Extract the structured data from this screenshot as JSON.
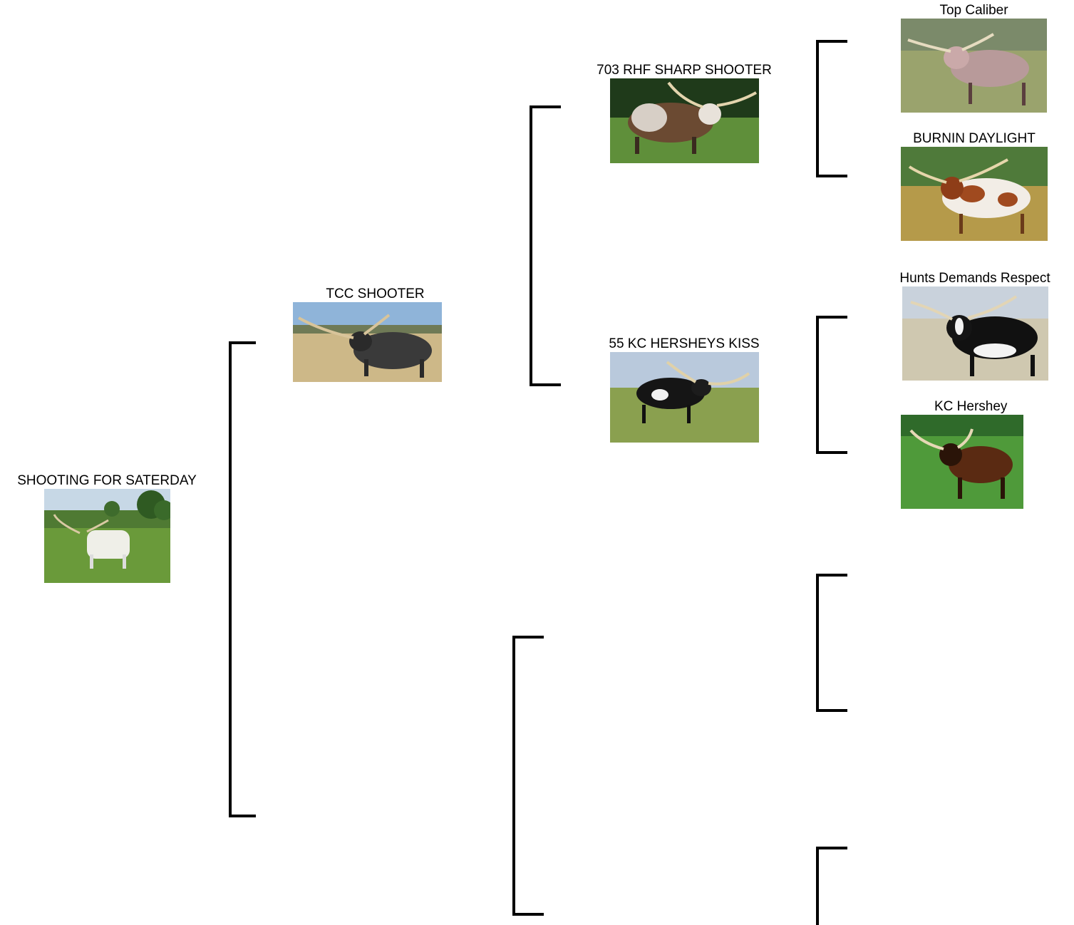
{
  "pedigree": {
    "subject": {
      "name": "SHOOTING FOR SATERDAY",
      "photo_icon": "longhorn-photo-icon"
    },
    "sire": {
      "name": "TCC SHOOTER",
      "photo_icon": "longhorn-photo-icon"
    },
    "sire_sire": {
      "name": "703 RHF SHARP SHOOTER",
      "photo_icon": "longhorn-photo-icon"
    },
    "sire_dam": {
      "name": "55 KC HERSHEYS KISS",
      "photo_icon": "longhorn-photo-icon"
    },
    "sire_sire_sire": {
      "name": "Top Caliber",
      "photo_icon": "longhorn-photo-icon"
    },
    "sire_sire_dam": {
      "name": "BURNIN DAYLIGHT",
      "photo_icon": "longhorn-photo-icon"
    },
    "sire_dam_sire": {
      "name": "Hunts Demands Respect",
      "photo_icon": "longhorn-photo-icon"
    },
    "sire_dam_dam": {
      "name": "KC Hershey",
      "photo_icon": "longhorn-photo-icon"
    }
  }
}
